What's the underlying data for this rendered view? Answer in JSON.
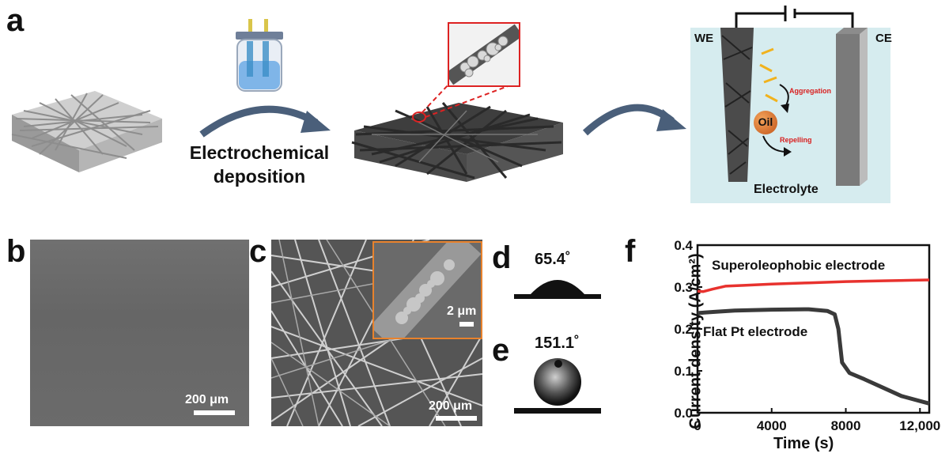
{
  "panel_a": {
    "letter": "a",
    "arrow1_label_line1": "Electrochemical",
    "arrow1_label_line2": "deposition",
    "cell": {
      "we_label": "WE",
      "ce_label": "CE",
      "aggregation_label": "Aggregation",
      "repelling_label": "Repelling",
      "oil_label": "Oil",
      "electrolyte_label": "Electrolyte"
    }
  },
  "panel_b": {
    "letter": "b",
    "scale_label": "200 μm"
  },
  "panel_c": {
    "letter": "c",
    "scale_label": "200 μm",
    "inset_scale_label": "2 μm"
  },
  "panel_d": {
    "letter": "d",
    "angle": "65.4˚"
  },
  "panel_e": {
    "letter": "e",
    "angle": "151.1˚"
  },
  "panel_f": {
    "letter": "f"
  },
  "colors": {
    "superoleophobic": "#e8322e",
    "flat": "#3a3a3a",
    "cell_bg": "#d6ecef",
    "arrow": "#4a5f7a"
  },
  "chart_data": {
    "type": "line",
    "xlabel": "Time (s)",
    "ylabel": "Current density (A/cm²)",
    "xlim": [
      0,
      12500
    ],
    "ylim": [
      0,
      0.4
    ],
    "xticks": [
      "0",
      "4000",
      "8000",
      "12,000"
    ],
    "yticks": [
      "0.0",
      "0.1",
      "0.2",
      "0.3",
      "0.4"
    ],
    "xtick_values": [
      0,
      4000,
      8000,
      12000
    ],
    "ytick_values": [
      0.0,
      0.1,
      0.2,
      0.3,
      0.4
    ],
    "series": [
      {
        "name": "Superoleophobic electrode",
        "color": "#e8322e",
        "x": [
          0,
          300,
          800,
          1500,
          2500,
          4000,
          6000,
          8000,
          10000,
          12500
        ],
        "y": [
          0.29,
          0.289,
          0.295,
          0.302,
          0.304,
          0.307,
          0.31,
          0.313,
          0.315,
          0.317
        ]
      },
      {
        "name": "Flat Pt electrode",
        "color": "#3a3a3a",
        "x": [
          0,
          1000,
          2000,
          4000,
          6000,
          7000,
          7400,
          7600,
          7800,
          8200,
          9000,
          10000,
          11000,
          12000,
          12500
        ],
        "y": [
          0.238,
          0.241,
          0.244,
          0.246,
          0.247,
          0.243,
          0.235,
          0.2,
          0.12,
          0.095,
          0.08,
          0.06,
          0.04,
          0.028,
          0.022
        ]
      }
    ]
  }
}
